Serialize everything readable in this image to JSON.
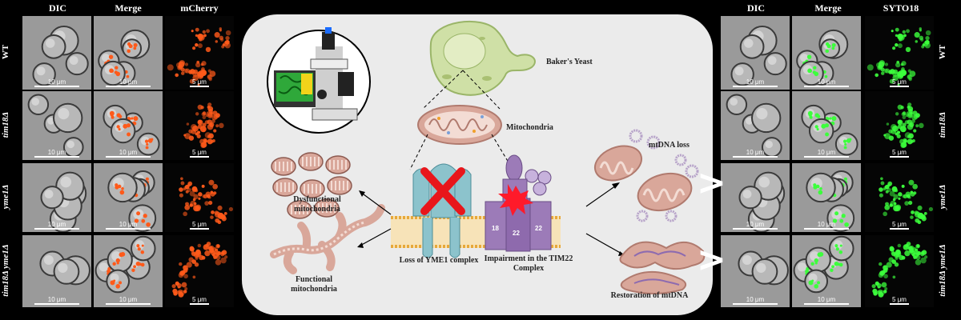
{
  "left_panel": {
    "columns": [
      "DIC",
      "Merge",
      "mCherry"
    ],
    "rows": [
      "WT",
      "tim18Δ",
      "yme1Δ",
      "tim18Δ yme1Δ"
    ],
    "scale_large": "10 μm",
    "scale_small": "5 μm",
    "fluor_color": "#ff5a1a"
  },
  "right_panel": {
    "columns": [
      "DIC",
      "Merge",
      "SYTO18"
    ],
    "rows": [
      "WT",
      "tim18Δ",
      "yme1Δ",
      "tim18Δ yme1Δ"
    ],
    "scale_large": "10 μm",
    "scale_small": "5 μm",
    "fluor_color": "#3cff3c"
  },
  "diagram": {
    "yeast_label": "Baker's Yeast",
    "mito_label": "Mitochondria",
    "dysfunctional_label": "Dysfunctional mitochondria",
    "functional_label": "Functional mitochondria",
    "yme1_label": "Loss of YME1 complex",
    "tim22_label": "Impairment in the TIM22 Complex",
    "mtdna_loss_label": "mtDNA loss",
    "restoration_label": "Restoration of mtDNA",
    "tim_numbers": [
      "18",
      "22",
      "22"
    ],
    "colors": {
      "mito": "#d9a79a",
      "yeast": "#cfe0a6",
      "yme1": "#8cc3cc",
      "tim22": "#9c7bb8",
      "cross": "#e8161b",
      "burst": "#ff1a2a"
    }
  },
  "chevrons": {
    "left": "<",
    "right": ">"
  }
}
